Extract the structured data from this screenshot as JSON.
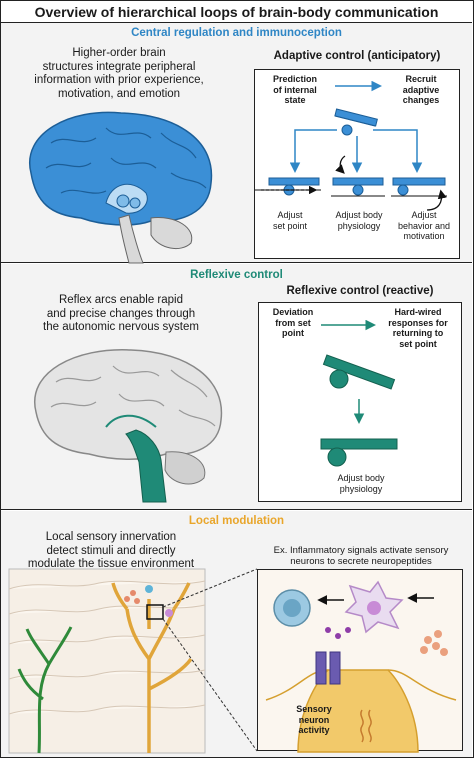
{
  "figure_title": "Overview of hierarchical loops of brain-body communication",
  "panel_central": {
    "title": "Central regulation and immunoception",
    "description_lines": [
      "Higher-order brain",
      "structures integrate peripheral",
      "information with prior experience,",
      "motivation, and emotion"
    ],
    "box_title": "Adaptive control (anticipatory)",
    "prediction_lines": [
      "Prediction",
      "of internal",
      "state"
    ],
    "recruit_lines": [
      "Recruit",
      "adaptive",
      "changes"
    ],
    "outcomes": [
      {
        "lines": [
          "Adjust",
          "set point"
        ]
      },
      {
        "lines": [
          "Adjust body",
          "physiology"
        ]
      },
      {
        "lines": [
          "Adjust",
          "behavior and",
          "motivation"
        ]
      }
    ],
    "accent_color": "#2f86c5"
  },
  "panel_reflexive": {
    "title": "Reflexive control",
    "description_lines": [
      "Reflex arcs enable rapid",
      "and precise changes through",
      "the autonomic nervous system"
    ],
    "box_title": "Reflexive control (reactive)",
    "deviation_lines": [
      "Deviation",
      "from set",
      "point"
    ],
    "hardwired_lines": [
      "Hard-wired",
      "responses for",
      "returning to",
      "set point"
    ],
    "outcome_lines": [
      "Adjust body",
      "physiology"
    ],
    "accent_color": "#1f8a77"
  },
  "panel_local": {
    "title": "Local modulation",
    "description_lines": [
      "Local sensory innervation",
      "detect stimuli and directly",
      "modulate the tissue environment"
    ],
    "inset_caption_lines": [
      "Ex. Inflammatory signals activate sensory",
      "neurons to secrete neuropeptides"
    ],
    "activity_lines": [
      "Sensory",
      "neuron",
      "activity"
    ],
    "accent_color": "#e9a62b"
  }
}
